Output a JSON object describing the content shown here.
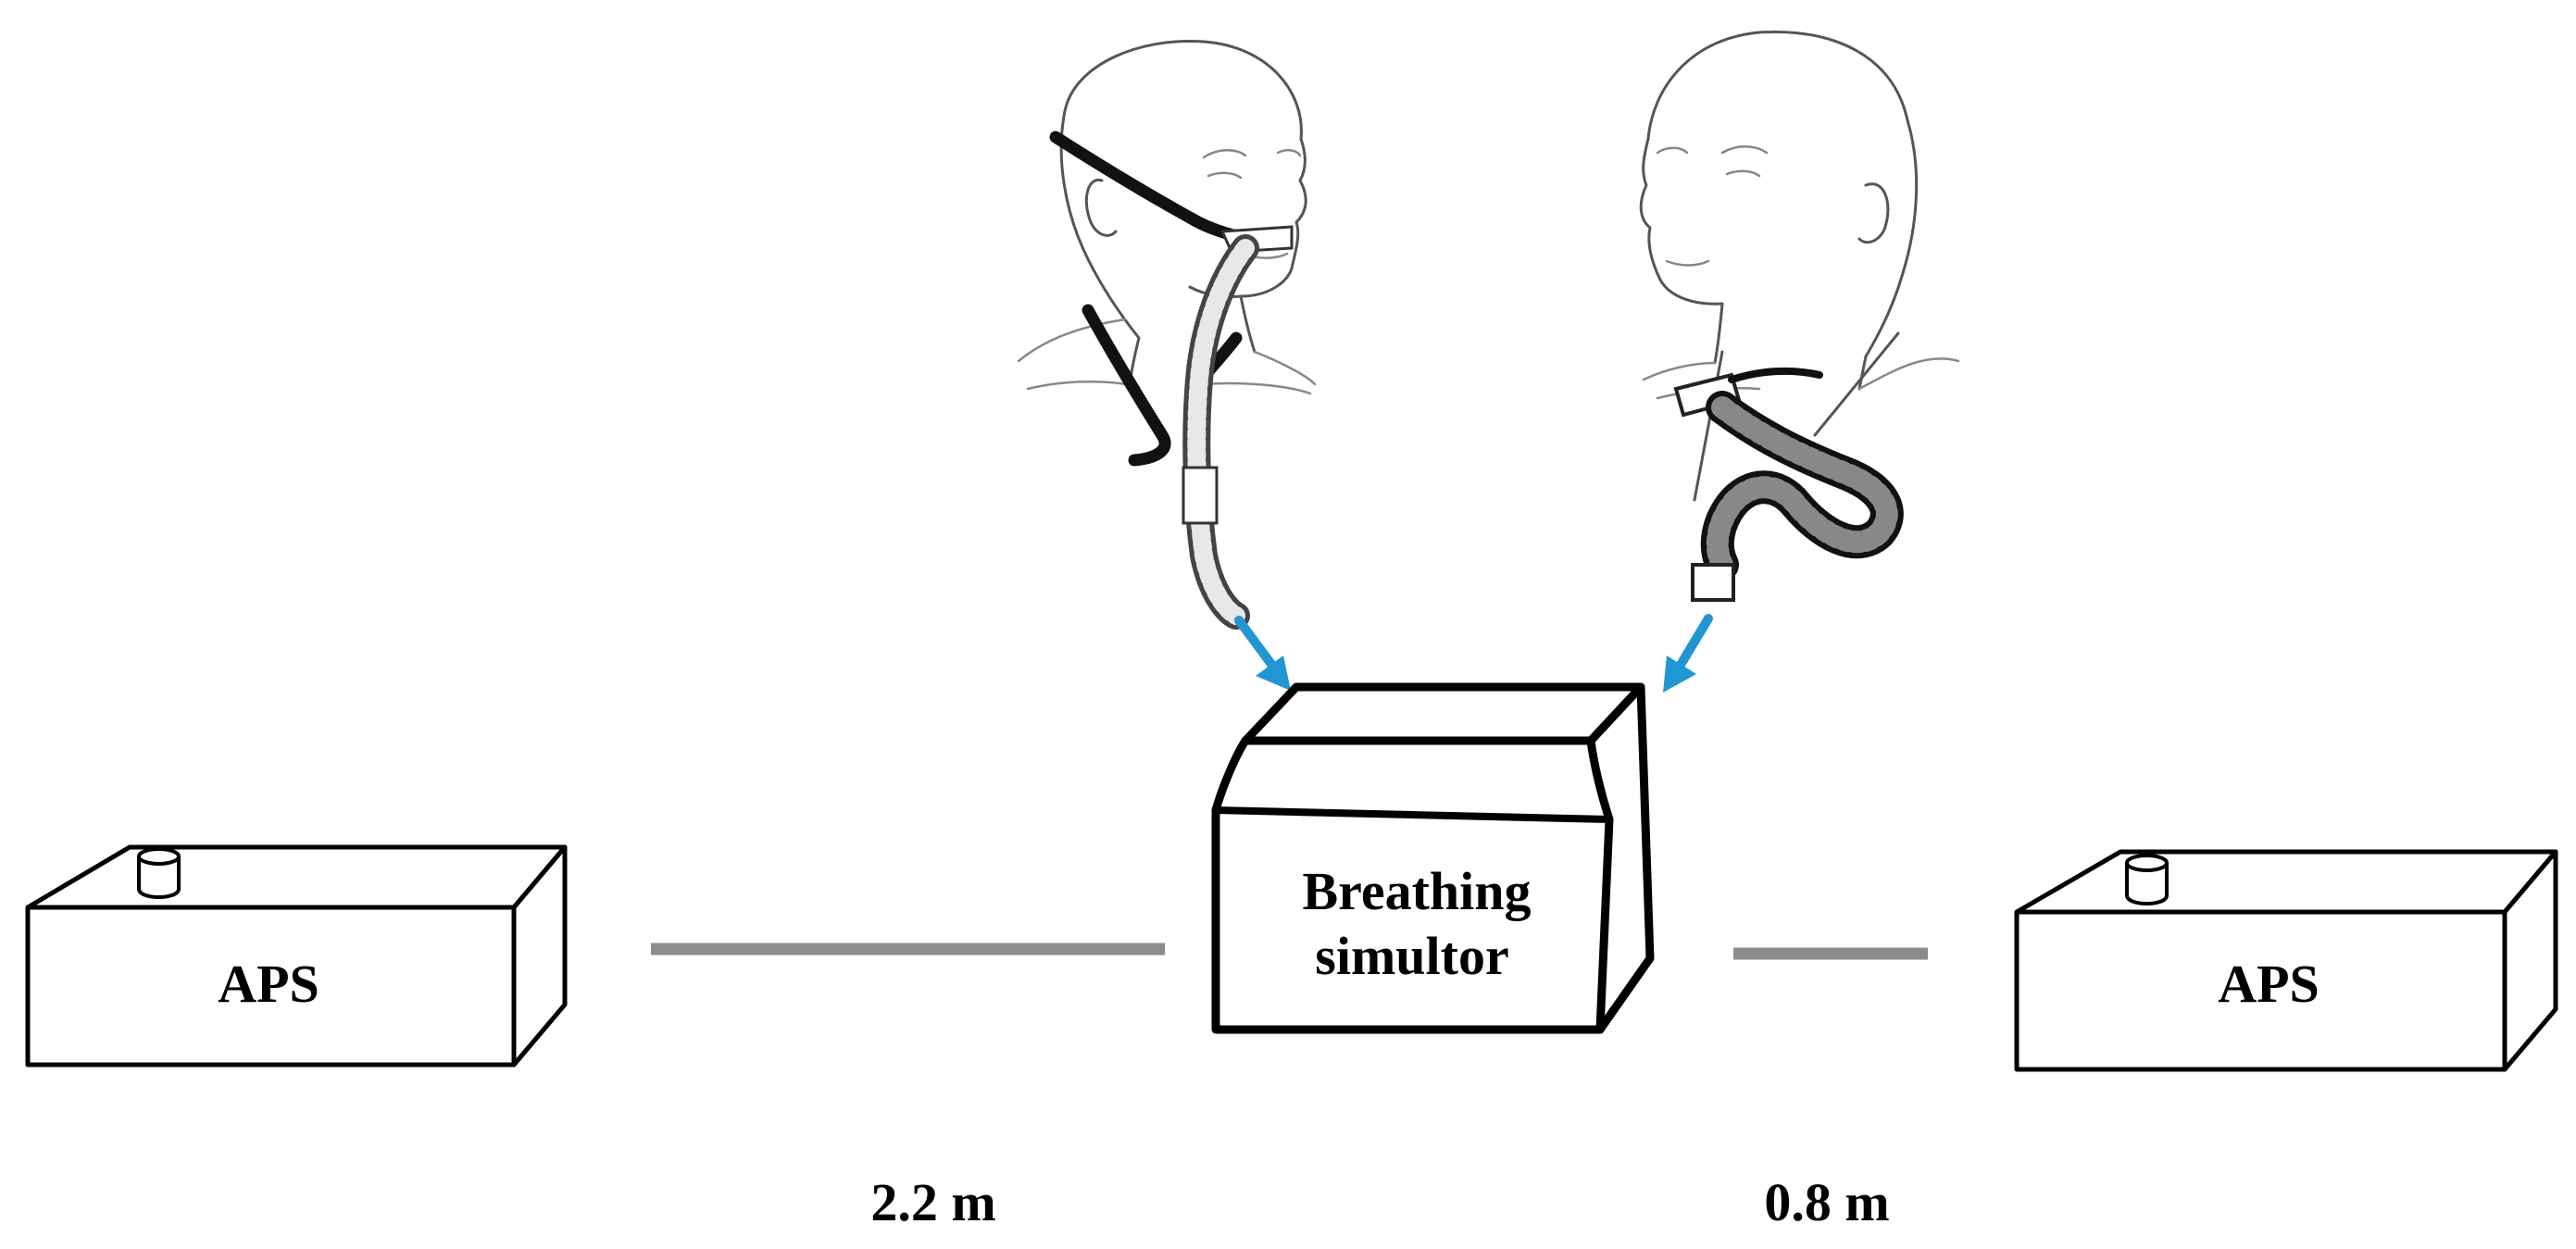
{
  "labels": {
    "aps_left": "APS",
    "aps_right": "APS",
    "simulator_line1": "Breathing",
    "simulator_line2": "simultor",
    "distance_left": "2.2 m",
    "distance_right": "0.8 m"
  },
  "colors": {
    "arrow": "#2196d3",
    "distance_line": "#8c8c8c",
    "outline": "#000000"
  },
  "icons": {
    "left_head": "head-with-nasal-cannula-icon",
    "right_head": "head-with-tracheostomy-tube-icon"
  }
}
